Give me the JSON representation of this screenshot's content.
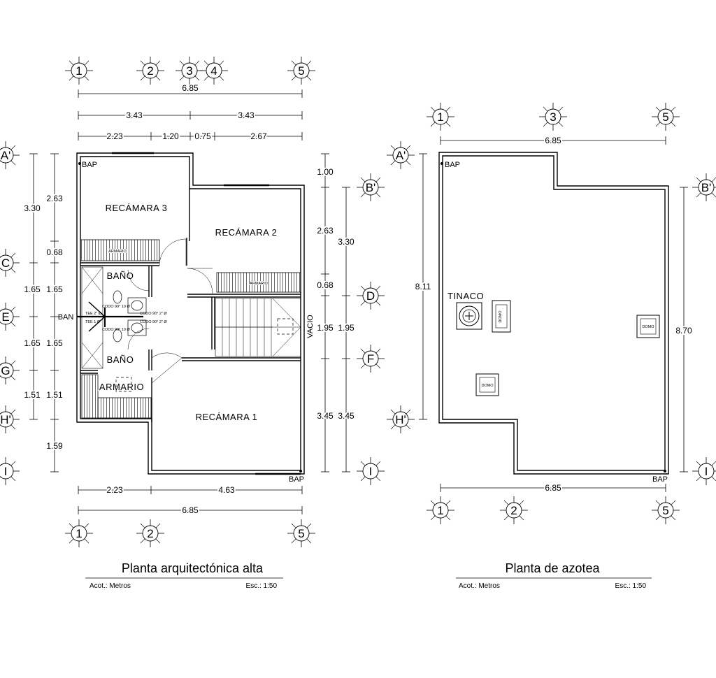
{
  "plans": {
    "upper": {
      "title": "Planta arquitectónica alta",
      "acot": "Acot.: Metros",
      "esc": "Esc.: 1:50",
      "top_axes": [
        "1",
        "2",
        "3",
        "4",
        "5"
      ],
      "bottom_axes": [
        "1",
        "2",
        "5"
      ],
      "left_axes": [
        "A'",
        "C",
        "E",
        "G",
        "H'",
        "I"
      ],
      "right_axes": [
        "B'",
        "D",
        "F",
        "I"
      ],
      "dims_top": {
        "total": "6.85",
        "halves": [
          "3.43",
          "3.43"
        ],
        "parts": [
          "2.23",
          "1.20",
          "0.75",
          "2.67"
        ]
      },
      "dims_bottom": {
        "parts": [
          "2.23",
          "4.63"
        ],
        "total": "6.85"
      },
      "dims_left": {
        "outer": [
          "3.30",
          "1.65",
          "1.65",
          "1.51"
        ],
        "inner": [
          "2.63",
          "0.68",
          "1.65",
          "1.65",
          "1.51",
          "1.59"
        ]
      },
      "dims_right": {
        "inner": [
          "1.00",
          "2.63",
          "0.68",
          "1.95",
          "3.45"
        ],
        "outer": [
          "3.30",
          "1.95",
          "3.45"
        ]
      },
      "rooms": {
        "recamara3": "RECÁMARA 3",
        "recamara2": "RECÁMARA 2",
        "recamara1": "RECÁMARA 1",
        "bano_top": "BAÑO",
        "bano_bottom": "BAÑO",
        "armario": "ARMARIO",
        "armario_small_1": "ARMARIO",
        "armario_small_2": "ARMARIO",
        "vacio": "VACIO",
        "ban": "BAN",
        "bap_top": "BAP",
        "bap_bottom": "BAP"
      },
      "pipe_notes": [
        "CODO 90° 10 Ø",
        "CODO 90° 2\" Ø",
        "TEE 2\" Ø",
        "CODO 90° 2\" Ø",
        "TEE 1 Ø",
        "CODO 90° 10 Ø"
      ]
    },
    "roof": {
      "title": "Planta de azotea",
      "acot": "Acot.: Metros",
      "esc": "Esc.: 1:50",
      "top_axes": [
        "1",
        "3",
        "5"
      ],
      "bottom_axes": [
        "1",
        "2",
        "5"
      ],
      "left_axes": [
        "A'",
        "H'"
      ],
      "right_axes": [
        "B'",
        "I"
      ],
      "dim_top": "6.85",
      "dim_bottom": "6.85",
      "dim_left": "8.11",
      "dim_right": "8.70",
      "tinaco": "TINACO",
      "domo": "DOMO",
      "bap_top": "BAP",
      "bap_bottom": "BAP"
    }
  }
}
